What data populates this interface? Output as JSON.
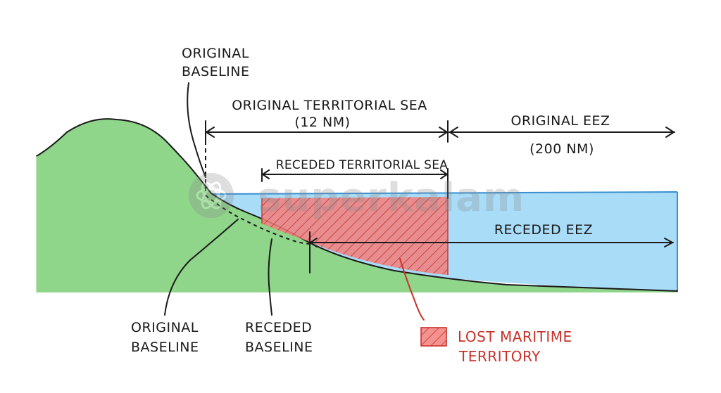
{
  "labels": {
    "original_baseline_top": [
      "ORIGINAL",
      "BASELINE"
    ],
    "original_territorial_sea": [
      "ORIGINAL TERRITORIAL SEA",
      "(12 NM)"
    ],
    "original_eez": [
      "ORIGINAL EEZ",
      "(200 NM)"
    ],
    "receded_territorial_sea": "RECEDED TERRITORIAL SEA",
    "receded_eez": "RECEDED EEZ",
    "original_baseline_bottom": [
      "ORIGINAL",
      "BASELINE"
    ],
    "receded_baseline": [
      "RECEDED",
      "BASELINE"
    ],
    "legend_lost": [
      "LOST MARITIME",
      "TERRITORY"
    ]
  },
  "watermark": "superkalam",
  "colors": {
    "land": "#8fd58a",
    "sea": "#a9dcf7",
    "sea_edge": "#3a8fd0",
    "lost_fill": "#f27f7c",
    "lost_hatch": "#c8322b",
    "ink": "#1a1a1a",
    "legend_text": "#c8322b"
  }
}
